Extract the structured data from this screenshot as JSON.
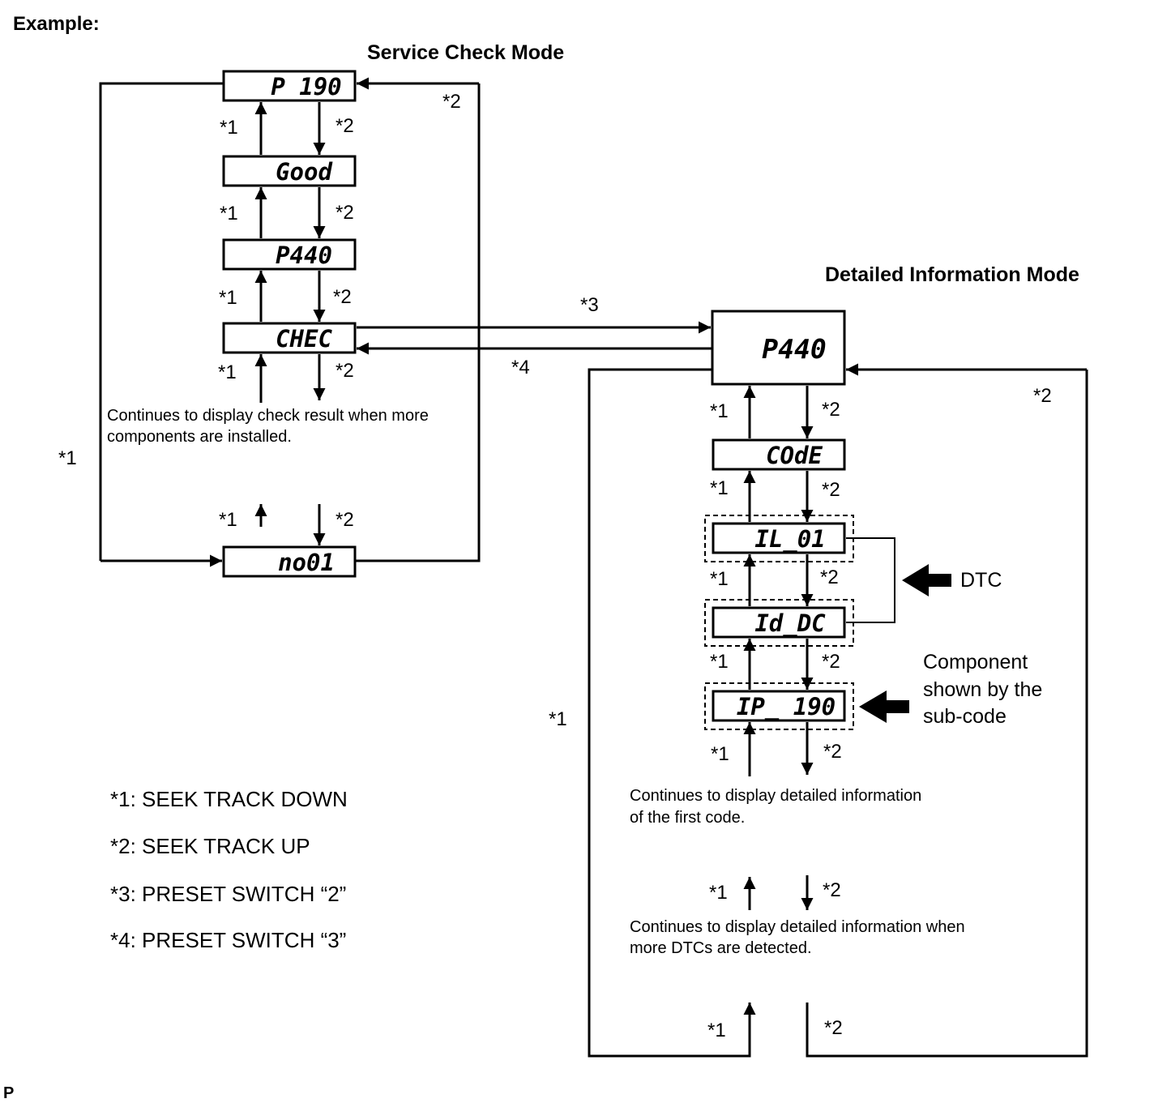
{
  "example_label": "Example:",
  "service_mode": {
    "title": "Service Check Mode",
    "displays": [
      "P 190",
      "Good",
      "P440",
      "CHEC",
      "no01"
    ],
    "note_line1": "Continues to display check result when more",
    "note_line2": "components are installed."
  },
  "detail_mode": {
    "title": "Detailed Information Mode",
    "displays": [
      "P440",
      "COdE",
      "IL_01",
      "Id_DC",
      "IP_ 190"
    ],
    "note1_line1": "Continues to display detailed information",
    "note1_line2": "of the first code.",
    "note2_line1": "Continues to display detailed information when",
    "note2_line2": "more DTCs are detected.",
    "dtc_label": "DTC",
    "component_line1": "Component",
    "component_line2": "shown by the",
    "component_line3": "sub-code"
  },
  "markers": {
    "down": "*1",
    "up": "*2",
    "to_detail": "*3",
    "to_service": "*4"
  },
  "legend": [
    "*1: SEEK TRACK DOWN",
    "*2: SEEK TRACK UP",
    "*3: PRESET SWITCH “2”",
    "*4: PRESET SWITCH “3”"
  ],
  "footer_label": "P"
}
